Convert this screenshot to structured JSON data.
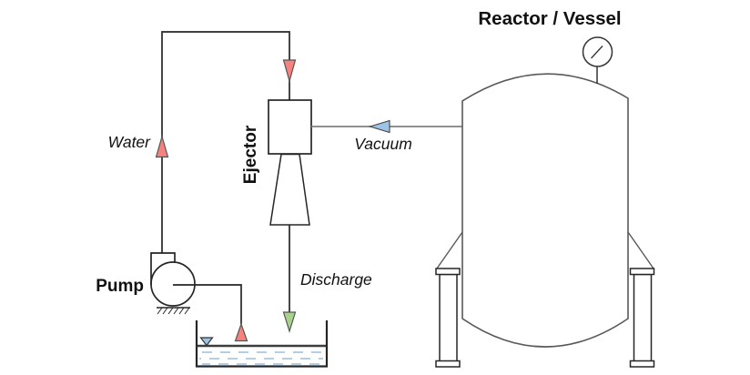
{
  "diagram": {
    "title": "Reactor / Vessel",
    "labels": {
      "water": "Water",
      "ejector": "Ejector",
      "vacuum": "Vacuum",
      "pump": "Pump",
      "discharge": "Discharge"
    },
    "colors": {
      "background": "#ffffff",
      "pipe_line": "#262626",
      "equipment_line": "#595959",
      "vacuum_line": "#808080",
      "water_arrow_fill": "#f4827e",
      "vacuum_arrow_fill": "#9dc3e6",
      "discharge_arrow_fill": "#a9d18e",
      "water_level_marker_fill": "#9dc3e6",
      "water_dash": "#b4cfe3"
    }
  }
}
